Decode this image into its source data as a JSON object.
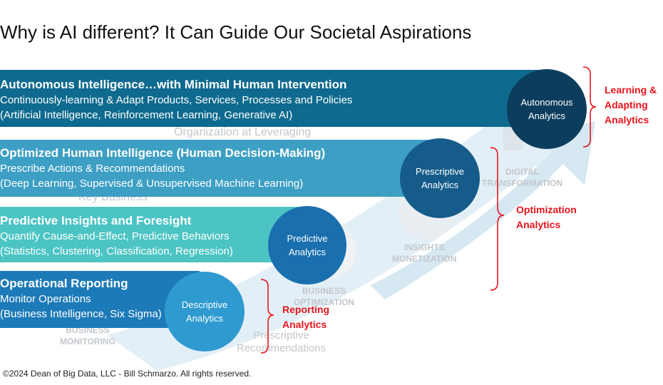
{
  "title": "Why is AI different? It Can Guide Our Societal Aspirations",
  "background_labels": {
    "organization": "Organization at Leveraging",
    "key_business": "Key Business",
    "digital": [
      "DIGITAL",
      "TRANSFORMATION"
    ],
    "insights": [
      "INSIGHTS",
      "MONETIZATION"
    ],
    "business_opt": [
      "BUSINESS",
      "OPTIMIZATION"
    ],
    "business_mon": [
      "BUSINESS",
      "MONITORING"
    ],
    "prescriptive_rec": [
      "Prescriptive",
      "Recommendations"
    ]
  },
  "bands": [
    {
      "heading": "Autonomous Intelligence…with Minimal Human Intervention",
      "line1": "Continuously-learning & Adapt Products, Services, Processes and Policies",
      "line2": "(Artificial Intelligence, Reinforcement Learning, Generative AI)",
      "color": "#0e6a8e",
      "circle": [
        "Autonomous",
        "Analytics"
      ],
      "circle_color": "#0c3d5c"
    },
    {
      "heading": "Optimized Human Intelligence (Human Decision-Making)",
      "line1": "Prescribe Actions & Recommendations",
      "line2": "(Deep Learning, Supervised & Unsupervised Machine Learning)",
      "color": "#3d9fc4",
      "circle": [
        "Prescriptive",
        "Analytics"
      ],
      "circle_color": "#155c8a"
    },
    {
      "heading": "Predictive Insights and Foresight",
      "line1": "Quantify Cause-and-Effect, Predictive Behaviors",
      "line2": "(Statistics, Clustering, Classification, Regression)",
      "color": "#4cc4c4",
      "circle": [
        "Predictive",
        "Analytics"
      ],
      "circle_color": "#1a6fae"
    },
    {
      "heading": "Operational Reporting",
      "line1": "Monitor Operations",
      "line2": "(Business Intelligence, Six Sigma)",
      "color": "#1c7ab8",
      "circle": [
        "Descriptive",
        "Analytics"
      ],
      "circle_color": "#2f9ad0"
    }
  ],
  "tiers": {
    "learning": [
      "Learning &",
      "Adapting",
      "Analytics"
    ],
    "optimization": [
      "Optimization",
      "Analytics"
    ],
    "reporting": [
      "Reporting",
      "Analytics"
    ]
  },
  "accent_color": "#e8141c",
  "footer": "©2024 Dean of Big Data, LLC - Bill Schmarzo. All rights reserved."
}
